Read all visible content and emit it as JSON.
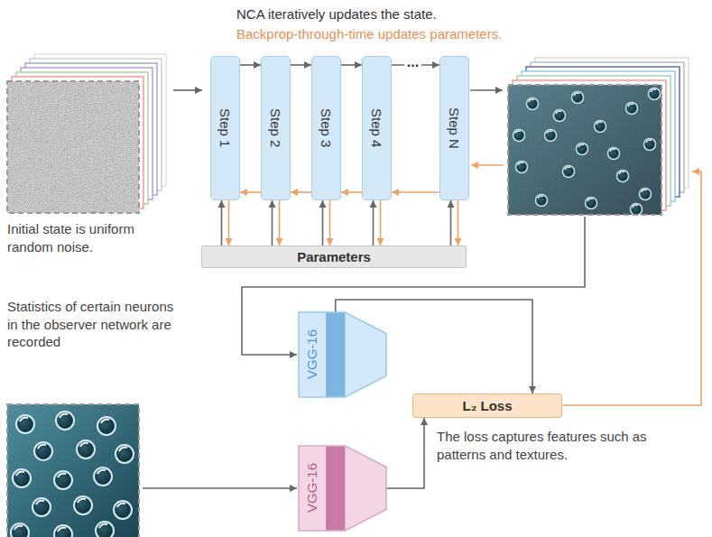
{
  "diagram": {
    "nodes": [
      {
        "text": [
          "Step 1"
        ]
      },
      {
        "text": [
          "Step 2"
        ]
      },
      {
        "text": [
          "Step 3"
        ]
      },
      {
        "text": [
          "Step 4"
        ]
      },
      {
        "text": [
          "Step N"
        ]
      },
      {
        "text": [
          "Parameters"
        ]
      },
      {
        "text": [
          "VGG-16"
        ]
      },
      {
        "text": [
          "L₂ Loss"
        ]
      },
      {
        "text": [
          "VGG-16"
        ]
      }
    ],
    "edges": [
      {
        "from": 0,
        "to": 1,
        "arrow": "to"
      },
      {
        "from": 1,
        "to": 2,
        "arrow": "to"
      },
      {
        "from": 2,
        "to": 3,
        "arrow": "to"
      },
      {
        "from": 3,
        "to": 4,
        "arrow": "to",
        "label": "..."
      },
      {
        "from": 1,
        "to": 0,
        "arrow": "to"
      },
      {
        "from": 2,
        "to": 1,
        "arrow": "to"
      },
      {
        "from": 3,
        "to": 2,
        "arrow": "to"
      },
      {
        "from": 4,
        "to": 3,
        "arrow": "to"
      },
      {
        "from": 5,
        "to": 0,
        "arrow": "to"
      },
      {
        "from": 5,
        "to": 1,
        "arrow": "to"
      },
      {
        "from": 5,
        "to": 2,
        "arrow": "to"
      },
      {
        "from": 5,
        "to": 3,
        "arrow": "to"
      },
      {
        "from": 5,
        "to": 4,
        "arrow": "to"
      },
      {
        "from": 0,
        "to": 5,
        "arrow": "to"
      },
      {
        "from": 1,
        "to": 5,
        "arrow": "to"
      },
      {
        "from": 2,
        "to": 5,
        "arrow": "to"
      },
      {
        "from": 3,
        "to": 5,
        "arrow": "to"
      },
      {
        "from": 4,
        "to": 5,
        "arrow": "to"
      },
      {
        "from": 6,
        "to": 7,
        "arrow": "to"
      },
      {
        "from": 8,
        "to": 7,
        "arrow": "to"
      }
    ],
    "labels": [
      "NCA iteratively updates the state.",
      "Backprop-through-time updates parameters.",
      "Initial state is uniform random noise.",
      "Statistics of certain neurons in the observer network are recorded",
      "The loss captures features such as patterns and textures."
    ]
  }
}
